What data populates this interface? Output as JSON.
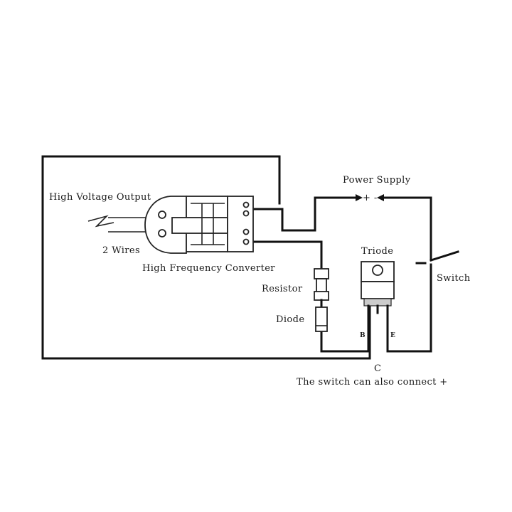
{
  "labels": {
    "high_voltage_output": "High Voltage Output",
    "two_wires": "2 Wires",
    "high_frequency_converter": "High Frequency Converter",
    "power_supply": "Power Supply",
    "power_polarity": "+ -",
    "triode": "Triode",
    "switch": "Switch",
    "resistor": "Resistor",
    "diode": "Diode",
    "pin_b": "B",
    "pin_e": "E",
    "pin_c": "C",
    "note": "The switch can also connect +"
  }
}
